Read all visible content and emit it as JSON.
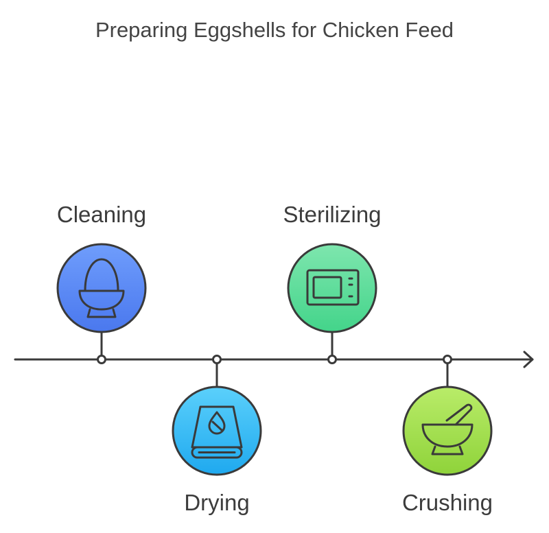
{
  "title": "Preparing Eggshells for Chicken Feed",
  "steps": [
    {
      "label": "Cleaning",
      "icon": "egg-in-cup-icon",
      "color_top": "#6f9dfc",
      "color_bottom": "#4a78ee"
    },
    {
      "label": "Drying",
      "icon": "towel-with-droplet-icon",
      "color_top": "#5bd0fb",
      "color_bottom": "#1fa9ef"
    },
    {
      "label": "Sterilizing",
      "icon": "microwave-icon",
      "color_top": "#7ee6ae",
      "color_bottom": "#43d48a"
    },
    {
      "label": "Crushing",
      "icon": "mortar-and-pestle-icon",
      "color_top": "#b9ec69",
      "color_bottom": "#8fd33a"
    }
  ],
  "colors": {
    "line": "#3a3a3a",
    "text": "#3c3c3c"
  }
}
